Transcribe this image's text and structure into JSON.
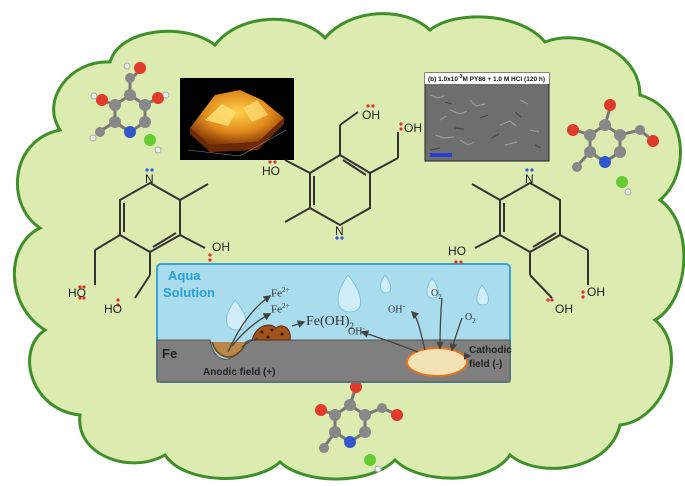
{
  "labels": {
    "aqua": "Aqua",
    "solution": "Solution",
    "fe": "Fe",
    "fe_ion_upper": "Fe",
    "fe_ion_upper_charge": "2+",
    "fe_ion_lower": "Fe",
    "fe_ion_lower_charge": "2+",
    "fe_oh2": "Fe(OH)",
    "fe_oh2_sub": "2",
    "oh_right": "OH",
    "oh_right_sup": "-",
    "oh_mid": "OH",
    "oh_mid_sup": "-",
    "o2_left": "O",
    "o2_left_sub": "2",
    "o2_right": "O",
    "o2_right_sub": "2",
    "anodic": "Anodic field (+)",
    "cathodic_1": "Cathodic",
    "cathodic_2": "field (-)",
    "sem_caption": "(b) 1.0x10",
    "sem_caption_exp": "-3",
    "sem_caption_rest": "M PY86 + 1.0 M HCl (120 h)"
  },
  "molecules": {
    "atom_n": "N",
    "atom_oh": "OH",
    "atom_ho": "HO"
  },
  "colors": {
    "cloud_fill": "#dcebb0",
    "cloud_stroke": "#3f8f2a",
    "water": "#a9dcec",
    "water_stroke": "#3aa0d6",
    "metal": "#7f7f7f",
    "lone_pair_o": "#e0302a",
    "lone_pair_n": "#2d5ad8",
    "arrow": "#444444",
    "cathode_fill": "#f3e2b6",
    "cathode_stroke": "#e8731c",
    "rust": "#a0521c"
  }
}
